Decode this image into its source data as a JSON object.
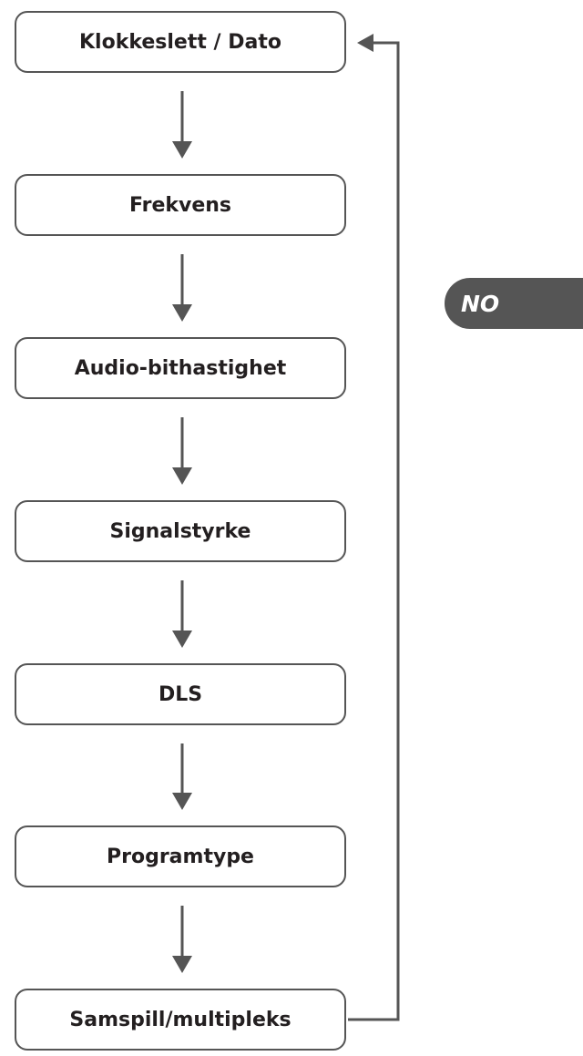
{
  "steps": [
    "Klokkeslett / Dato",
    "Frekvens",
    "Audio-bithastighet",
    "Signalstyrke",
    "DLS",
    "Programtype",
    "Samspill/multipleks"
  ],
  "language_tab": "NO",
  "colors": {
    "box_border": "#555555",
    "arrow": "#555555",
    "text": "#231f20",
    "tab_background": "#555555",
    "tab_text": "#ffffff"
  }
}
